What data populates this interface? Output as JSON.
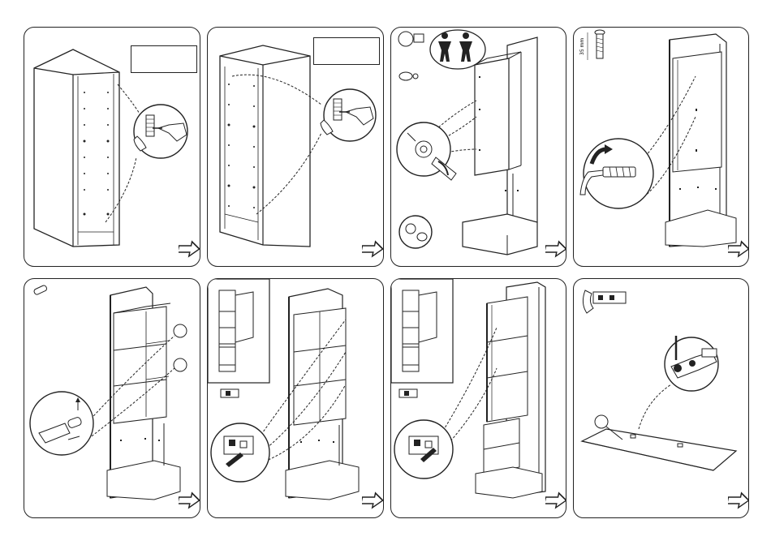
{
  "sheet": {
    "panels": [
      {
        "id": "panel-1",
        "content": "carcass-drilling"
      },
      {
        "id": "panel-2",
        "content": "carcass-drilling-2"
      },
      {
        "id": "panel-3",
        "content": "cam-lock-assembly"
      },
      {
        "id": "panel-4",
        "content": "screw-fixing"
      },
      {
        "id": "panel-5",
        "content": "shelf-pin"
      },
      {
        "id": "panel-6",
        "content": "hinge-plate-left"
      },
      {
        "id": "panel-7",
        "content": "hinge-plate-right"
      },
      {
        "id": "panel-8",
        "content": "hinge-door"
      }
    ],
    "screw_size_label": "35 mm",
    "colors": {
      "line": "#222222",
      "fill": "#ffffff",
      "shade": "#8a8a8a"
    },
    "icons": [
      "next-arrow-icon",
      "two-person-icon",
      "drill-icon",
      "screw-icon",
      "hinge-icon",
      "cam-lock-icon"
    ]
  }
}
